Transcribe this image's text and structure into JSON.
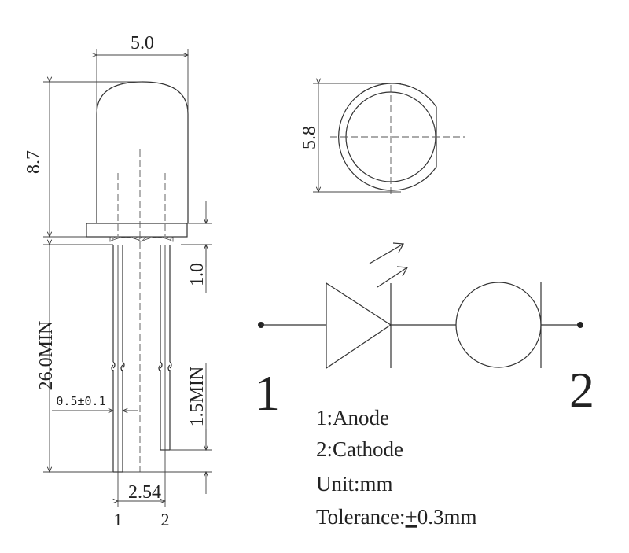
{
  "dimensions": {
    "body_width": "5.0",
    "body_height": "8.7",
    "flange_diameter": "5.8",
    "flange_to_lead": "1.0",
    "lead_length": "26.0MIN",
    "lead_width": "0.5±0.1",
    "lead_step": "1.5MIN",
    "lead_spacing": "2.54"
  },
  "pins": {
    "small_1": "1",
    "small_2": "2",
    "big_1": "1",
    "big_2": "2"
  },
  "legend": {
    "anode": "1:Anode",
    "cathode": "2:Cathode",
    "unit": "Unit:mm",
    "tolerance_prefix": "Tolerance:",
    "tolerance_pm": "+",
    "tolerance_value": "0.3mm"
  }
}
